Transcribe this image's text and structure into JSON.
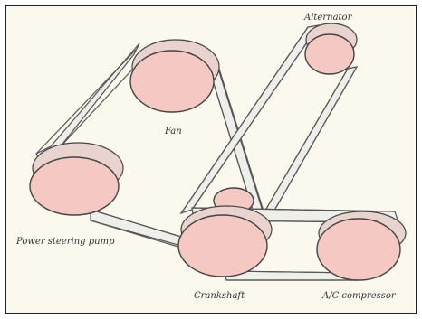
{
  "labels": {
    "fan": "Fan",
    "alternator": "Alternator",
    "power_steering_pump": "Power steering pump",
    "crankshaft": "Crankshaft",
    "air_conditioner": "A/C compressor"
  },
  "colors": {
    "background": "#fbf8ee",
    "pulley_face": "#f6c8c4",
    "pulley_rim": "#e9d3cf",
    "belt": "#eeeeea",
    "outline": "#444444"
  }
}
